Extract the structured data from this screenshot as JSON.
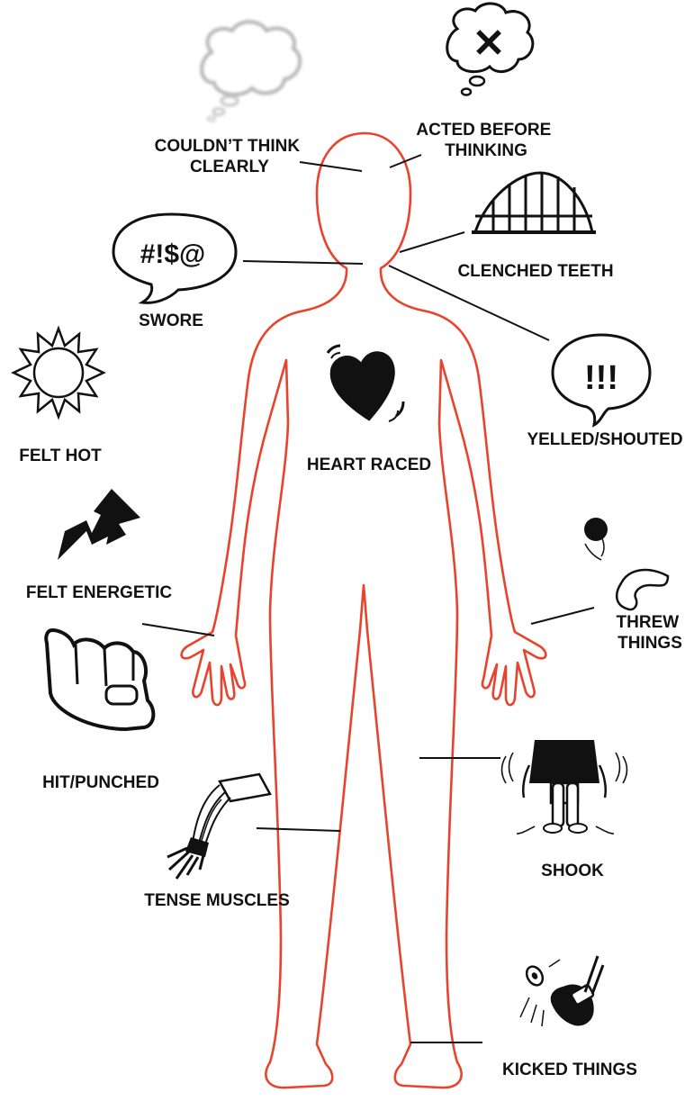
{
  "labels": {
    "couldnt_think": [
      "COULDN’T THINK",
      "CLEARLY"
    ],
    "acted_before": [
      "ACTED BEFORE",
      "THINKING"
    ],
    "clenched_teeth": "CLENCHED TEETH",
    "swore": "SWORE",
    "yelled": "YELLED/SHOUTED",
    "felt_hot": "FELT HOT",
    "heart_raced": "HEART RACED",
    "felt_energetic": "FELT ENERGETIC",
    "threw": [
      "THREW",
      "THINGS"
    ],
    "hit": "HIT/PUNCHED",
    "shook": "SHOOK",
    "tense": "TENSE MUSCLES",
    "kicked": "KICKED THINGS"
  },
  "symbols": {
    "swear_text": "#!$@",
    "yell_text": "!!!",
    "cross_text": "✕"
  },
  "colors": {
    "outline": "#e8432d",
    "ink": "#111111",
    "blur_cloud": "#b5b5b5"
  },
  "icons": [
    "thought-cloud-blurry-icon",
    "thought-cloud-x-icon",
    "teeth-icon",
    "swear-bubble-icon",
    "yell-bubble-icon",
    "sun-icon",
    "heart-icon",
    "lightning-icon",
    "ball-throw-icon",
    "fist-icon",
    "shaking-figure-icon",
    "muscle-icon",
    "kick-icon"
  ]
}
